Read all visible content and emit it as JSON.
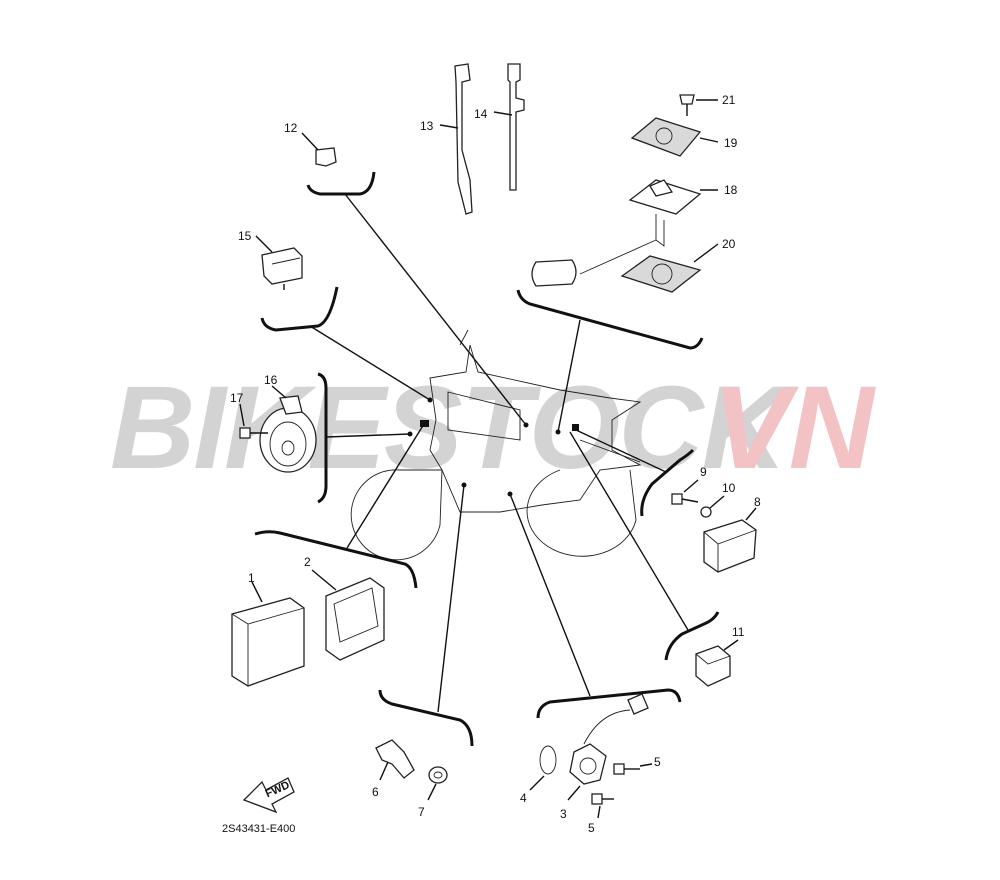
{
  "diagram": {
    "callouts": [
      {
        "id": "c1",
        "label": "1"
      },
      {
        "id": "c2",
        "label": "2"
      },
      {
        "id": "c3",
        "label": "3"
      },
      {
        "id": "c4",
        "label": "4"
      },
      {
        "id": "c5a",
        "label": "5"
      },
      {
        "id": "c5b",
        "label": "5"
      },
      {
        "id": "c6",
        "label": "6"
      },
      {
        "id": "c7",
        "label": "7"
      },
      {
        "id": "c8",
        "label": "8"
      },
      {
        "id": "c9",
        "label": "9"
      },
      {
        "id": "c10",
        "label": "10"
      },
      {
        "id": "c11",
        "label": "11"
      },
      {
        "id": "c12",
        "label": "12"
      },
      {
        "id": "c13",
        "label": "13"
      },
      {
        "id": "c14",
        "label": "14"
      },
      {
        "id": "c15",
        "label": "15"
      },
      {
        "id": "c16",
        "label": "16"
      },
      {
        "id": "c17",
        "label": "17"
      },
      {
        "id": "c18",
        "label": "18"
      },
      {
        "id": "c19",
        "label": "19"
      },
      {
        "id": "c20",
        "label": "20"
      },
      {
        "id": "c21",
        "label": "21"
      }
    ],
    "fwd_label": "FWD",
    "drawing_code": "2S43431-E400"
  },
  "watermark": {
    "part1": "BIKESTOCK",
    "part2": "VN",
    "color1": "#cccccc",
    "color2": "#f2b8bb"
  }
}
